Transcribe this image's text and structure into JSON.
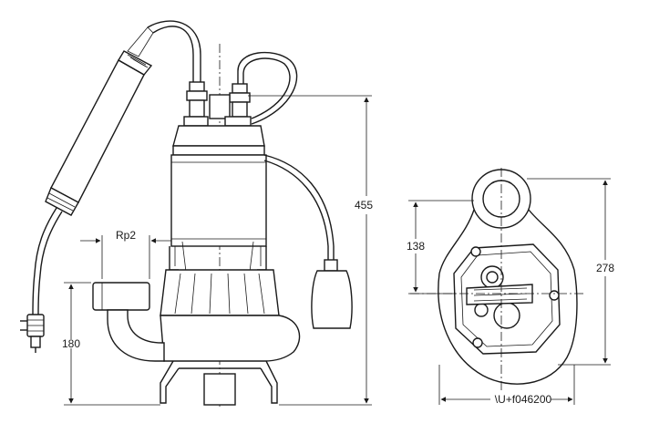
{
  "dimensions": {
    "inlet": "Rp2",
    "inlet_height": "180",
    "overall_height": "455",
    "top_offset": "138",
    "depth": "278",
    "width": "\\U+f046200"
  }
}
